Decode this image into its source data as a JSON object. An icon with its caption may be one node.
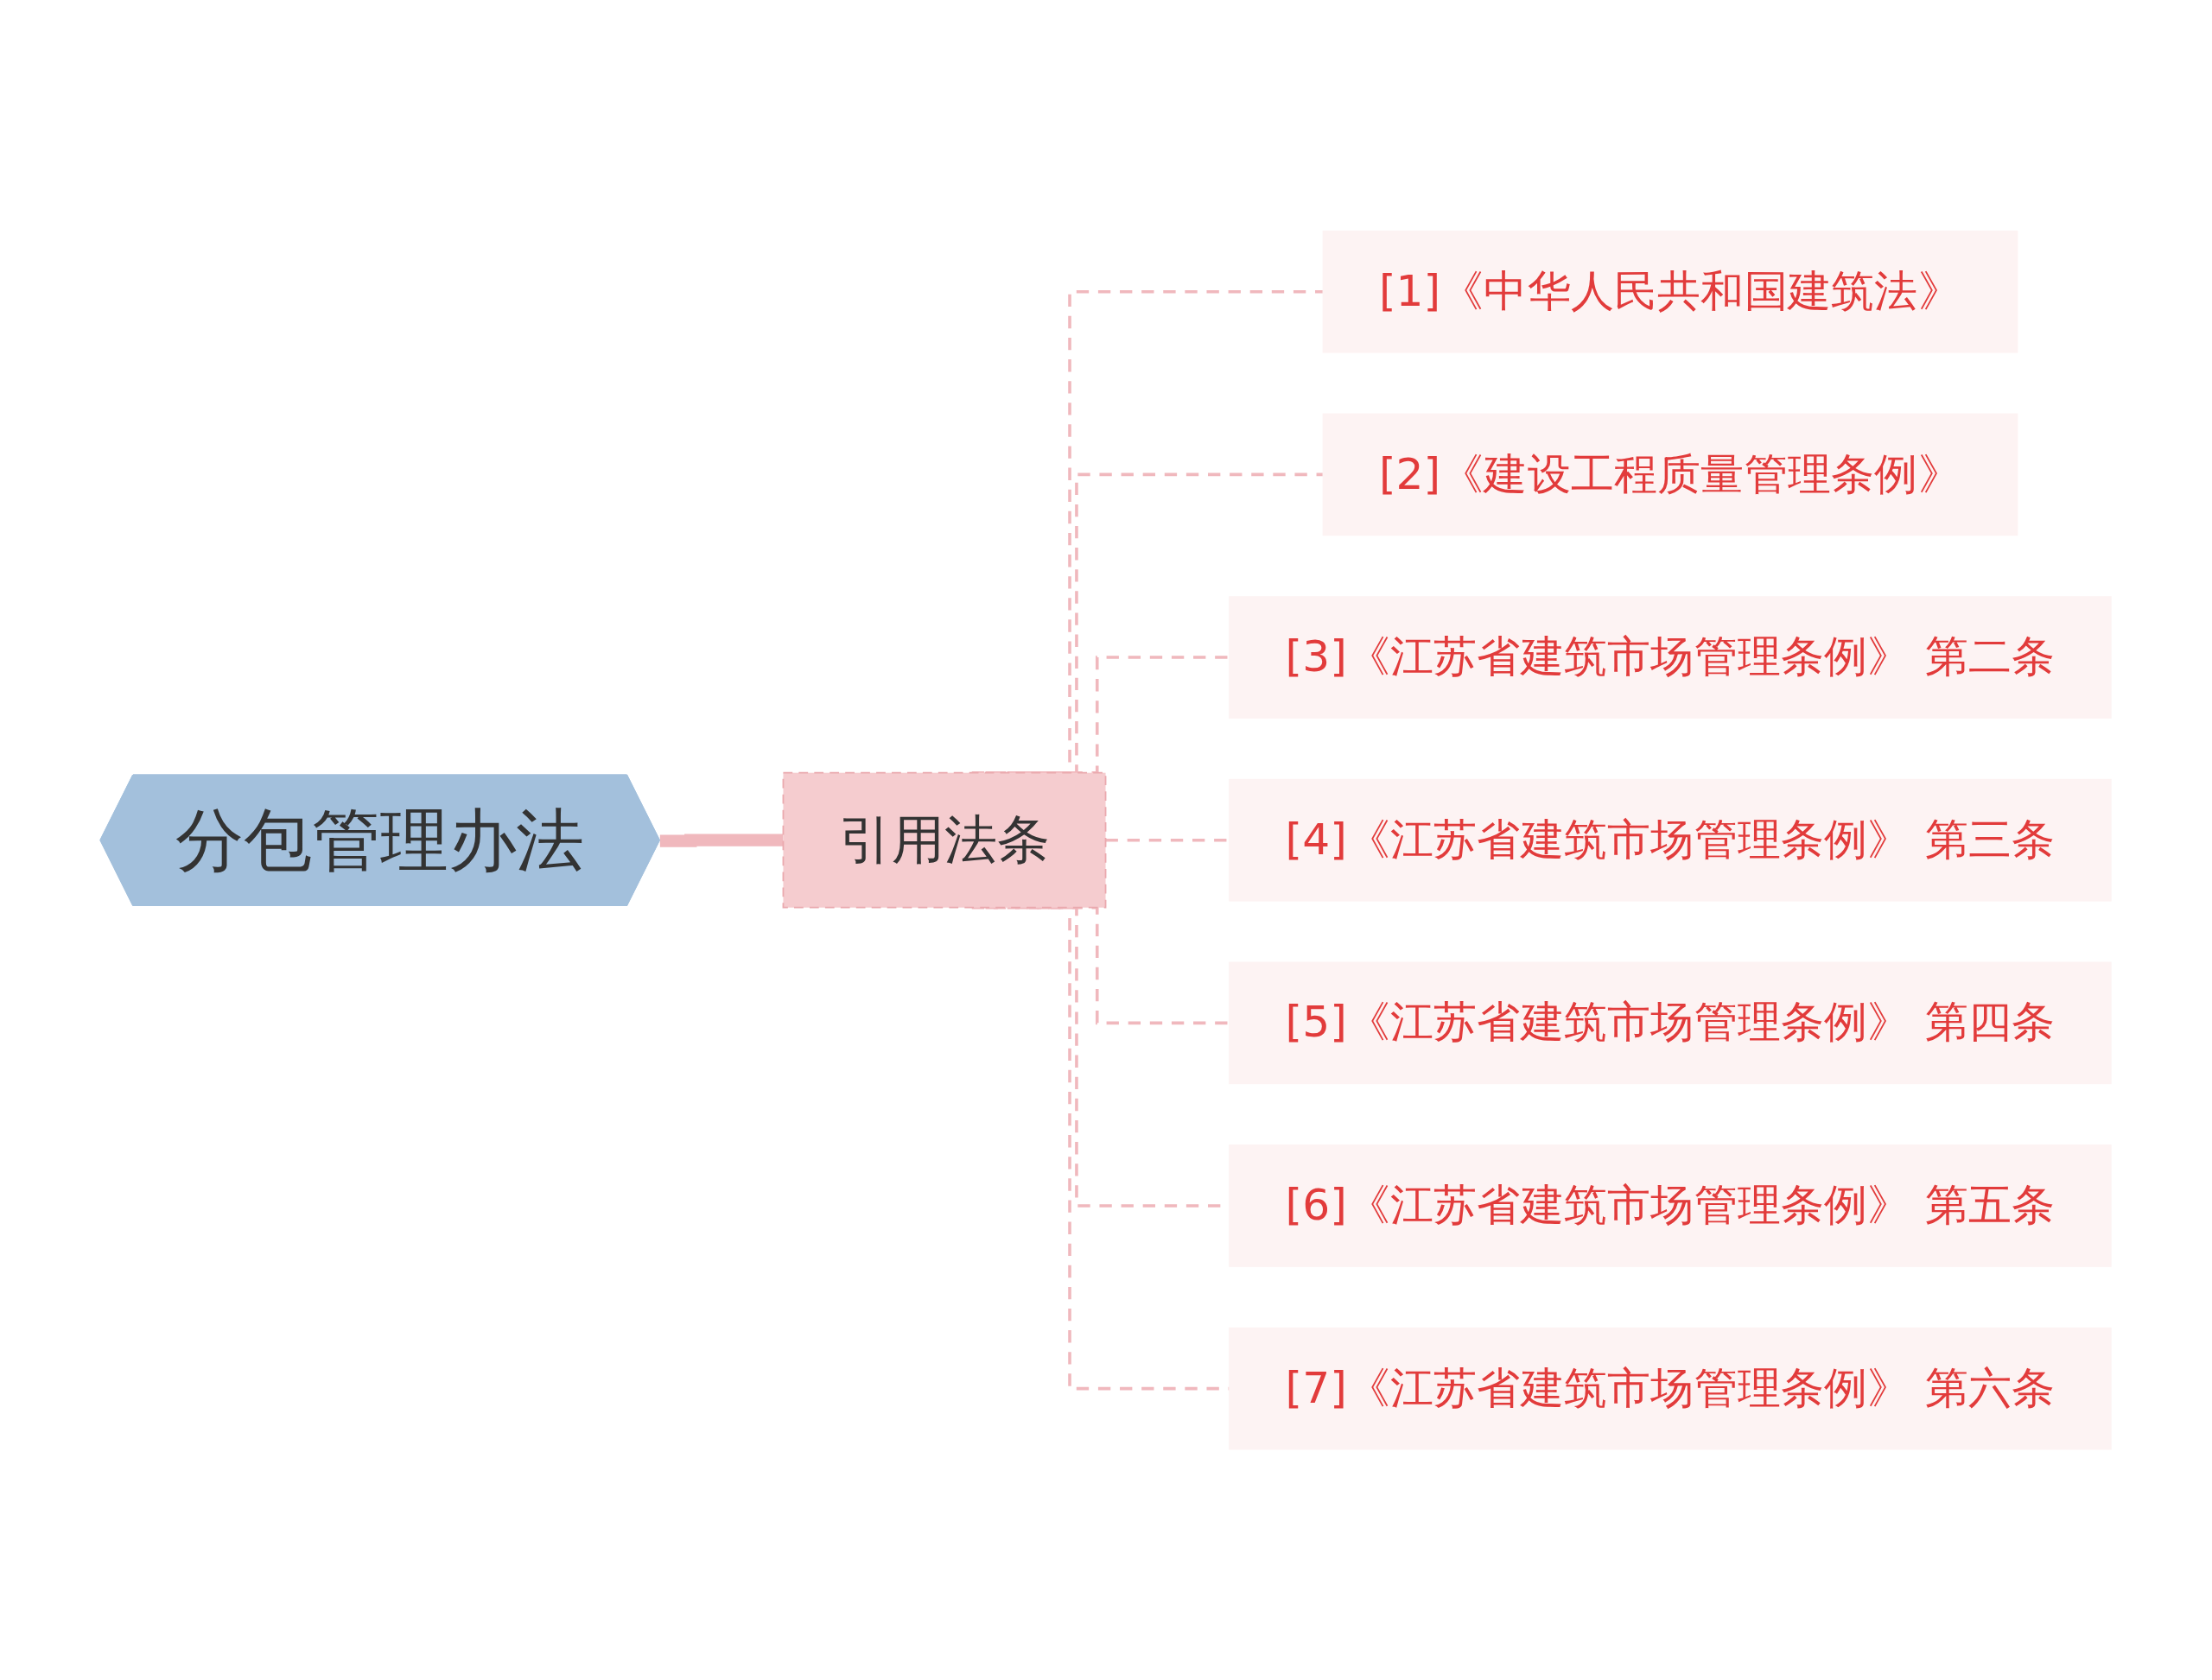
{
  "diagram": {
    "nodes": [
      {
        "text": [
          "分包管理办法"
        ]
      },
      {
        "text": [
          "引用法条"
        ]
      },
      {
        "text": [
          "[1]《中华人民共和国建筑法》"
        ]
      },
      {
        "text": [
          "[2]《建设工程质量管理条例》"
        ]
      },
      {
        "text": [
          "[3]《江苏省建筑市场管理条例》 第二条"
        ]
      },
      {
        "text": [
          "[4]《江苏省建筑市场管理条例》 第三条"
        ]
      },
      {
        "text": [
          "[5]《江苏省建筑市场管理条例》 第四条"
        ]
      },
      {
        "text": [
          "[6]《江苏省建筑市场管理条例》 第五条"
        ]
      },
      {
        "text": [
          "[7]《江苏省建筑市场管理条例》 第六条"
        ]
      }
    ],
    "edges": [
      {
        "from": 0,
        "to": 1,
        "arrow": "none",
        "style": "thick"
      },
      {
        "from": 1,
        "to": 2,
        "arrow": "none",
        "style": "dashed"
      },
      {
        "from": 1,
        "to": 3,
        "arrow": "none",
        "style": "dashed"
      },
      {
        "from": 1,
        "to": 4,
        "arrow": "none",
        "style": "dashed"
      },
      {
        "from": 1,
        "to": 5,
        "arrow": "none",
        "style": "dashed"
      },
      {
        "from": 1,
        "to": 6,
        "arrow": "none",
        "style": "dashed"
      },
      {
        "from": 1,
        "to": 7,
        "arrow": "none",
        "style": "dashed"
      },
      {
        "from": 1,
        "to": 8,
        "arrow": "none",
        "style": "dashed"
      }
    ]
  }
}
